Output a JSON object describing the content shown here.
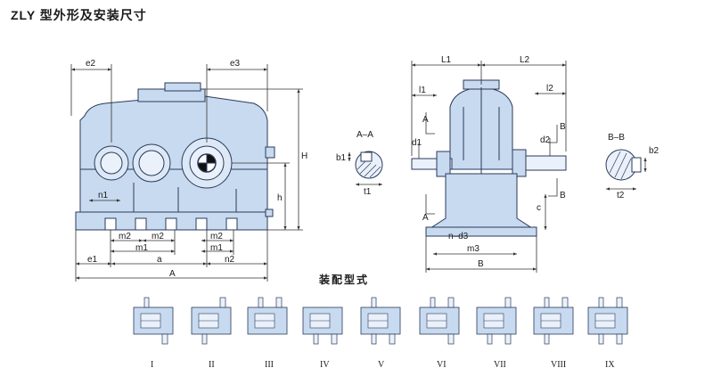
{
  "title": "ZLY 型外形及安装尺寸",
  "section_title": "装配型式",
  "colors": {
    "housing": "#c8daf0",
    "line": "#2a3a5a",
    "dim": "#333333",
    "shaft": "#eaf1fa"
  },
  "front_labels": {
    "e2": "e2",
    "e3": "e3",
    "H": "H",
    "h": "h",
    "n1": "n1",
    "m2": "m2",
    "m1": "m1",
    "e1": "e1",
    "a": "a",
    "n2": "n2",
    "A": "A"
  },
  "section_aa": {
    "title": "A–A",
    "b1": "b1",
    "t1": "t1"
  },
  "side_labels": {
    "L1": "L1",
    "L2": "L2",
    "l1": "l1",
    "l2": "l2",
    "A_top": "A",
    "A_bot": "A",
    "B_top": "B",
    "B_bot": "B",
    "d1": "d1",
    "d2": "d2",
    "c": "c",
    "n_d3": "n–d3",
    "m3": "m3",
    "B": "B"
  },
  "section_bb": {
    "title": "B–B",
    "b2": "b2",
    "t2": "t2"
  },
  "assembly_types": [
    "I",
    "II",
    "III",
    "IV",
    "V",
    "VI",
    "VII",
    "VIII",
    "IX"
  ]
}
